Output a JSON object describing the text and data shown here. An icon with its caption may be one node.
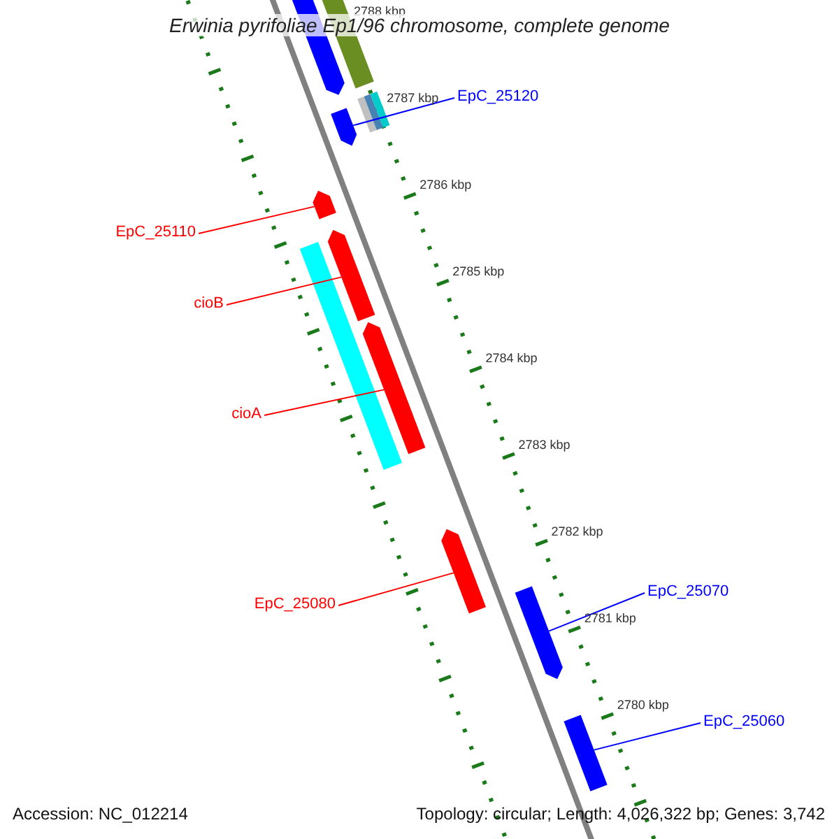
{
  "diagram": {
    "title": "Erwinia pyrifoliae Ep1/96 chromosome, complete genome",
    "nodes": [
      {
        "text": [
          "EpC_25120"
        ]
      },
      {
        "text": [],
        "shape": "bar"
      },
      {
        "text": [
          "EpC_25110"
        ]
      },
      {
        "text": [],
        "shape": "bar"
      },
      {
        "text": [
          "cioB"
        ]
      },
      {
        "text": [],
        "shape": "bar"
      },
      {
        "text": [
          "cioA"
        ]
      },
      {
        "text": [],
        "shape": "bar"
      },
      {
        "text": [
          "EpC_25080"
        ]
      },
      {
        "text": [],
        "shape": "bar"
      },
      {
        "text": [
          "EpC_25070"
        ]
      },
      {
        "text": [],
        "shape": "bar"
      },
      {
        "text": [
          "EpC_25060"
        ]
      },
      {
        "text": [],
        "shape": "bar"
      }
    ],
    "edges": [
      {
        "from": 0,
        "to": 1,
        "arrow": "none",
        "color": "#0000ff"
      },
      {
        "from": 2,
        "to": 3,
        "arrow": "none"
      },
      {
        "from": 4,
        "to": 5,
        "arrow": "none"
      },
      {
        "from": 6,
        "to": 7,
        "arrow": "none"
      },
      {
        "from": 8,
        "to": 9,
        "arrow": "none"
      },
      {
        "from": 10,
        "to": 11,
        "arrow": "none",
        "color": "#0000ff"
      },
      {
        "from": 12,
        "to": 13,
        "arrow": "none",
        "color": "#0000ff"
      }
    ],
    "labels": [
      "2788 kbp",
      "2787 kbp",
      "2786 kbp",
      "2785 kbp",
      "2784 kbp",
      "2783 kbp",
      "2782 kbp",
      "2781 kbp",
      "2780 kbp",
      "Accession: NC_012214",
      "Topology: circular; Length: 4,026,322 bp; Genes: 3,742"
    ]
  }
}
